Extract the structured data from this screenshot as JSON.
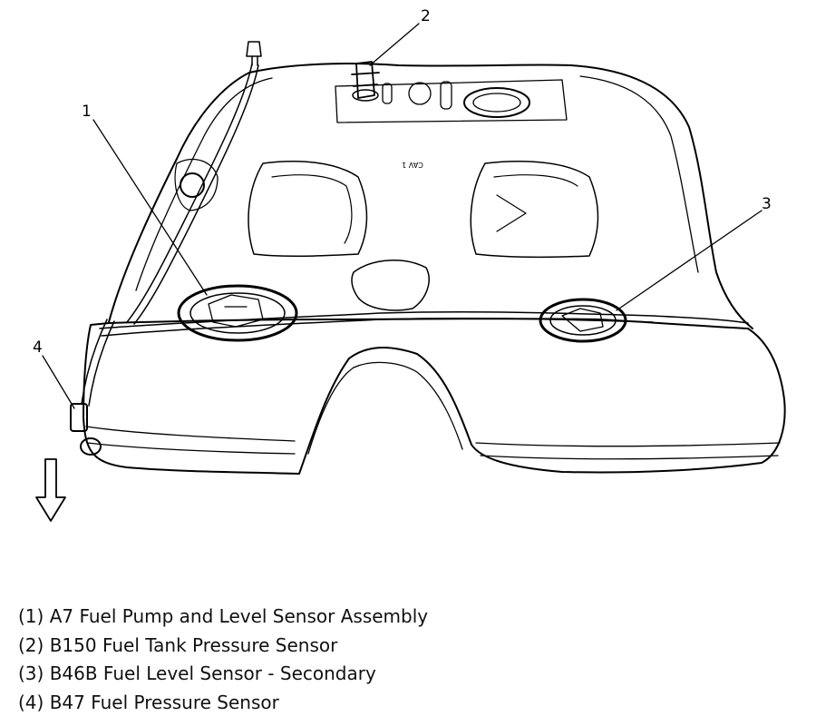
{
  "callouts": [
    {
      "id": "1",
      "text": "A7 Fuel Pump and Level Sensor Assembly"
    },
    {
      "id": "2",
      "text": "B150 Fuel Tank Pressure Sensor"
    },
    {
      "id": "3",
      "text": "B46B Fuel Level Sensor - Secondary"
    },
    {
      "id": "4",
      "text": "B47 Fuel Pressure Sensor"
    }
  ],
  "tank_stamp": "CAV 1",
  "legend": [
    "(1) A7 Fuel Pump and Level Sensor Assembly",
    "(2) B150 Fuel Tank Pressure Sensor",
    "(3) B46B Fuel Level Sensor - Secondary",
    "(4) B47 Fuel Pressure Sensor"
  ]
}
